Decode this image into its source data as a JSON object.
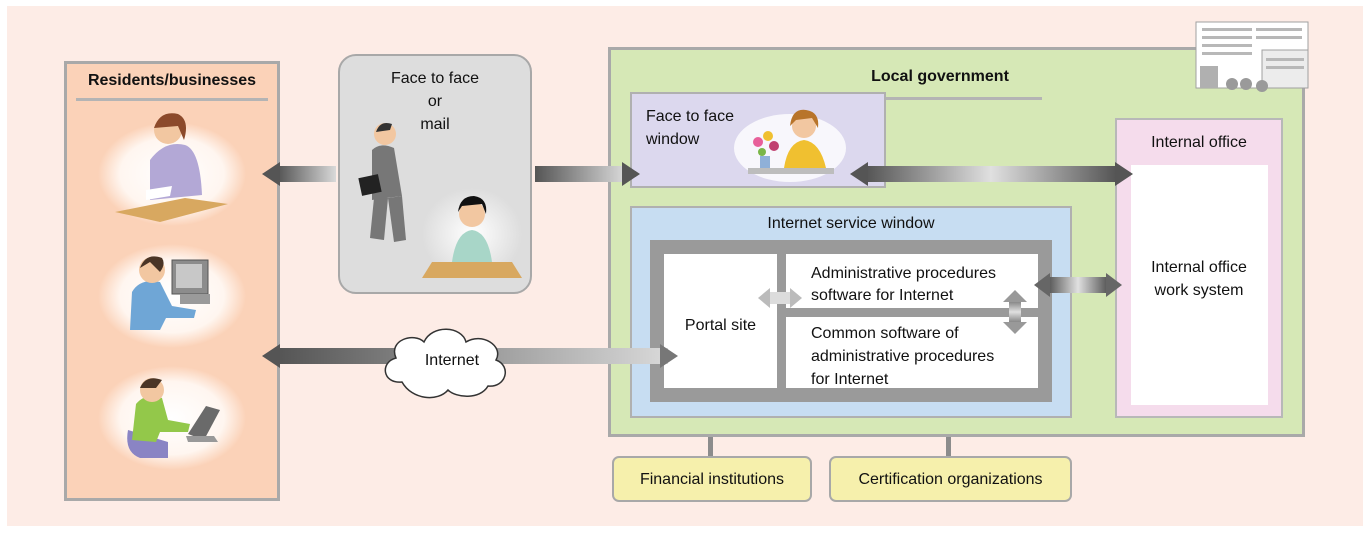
{
  "residents": {
    "title": "Residents/businesses"
  },
  "channel": {
    "line1": "Face to face",
    "line2": "or",
    "line3": "mail"
  },
  "local_gov": {
    "title": "Local government"
  },
  "window_box": {
    "line1": "Face to face",
    "line2": "window"
  },
  "internet_service": {
    "title": "Internet service window"
  },
  "portal": {
    "label": "Portal site"
  },
  "admin_software": {
    "line1": "Administrative procedures",
    "line2": "software for Internet"
  },
  "common_software": {
    "line1": "Common software of",
    "line2": "administrative procedures",
    "line3": "for Internet"
  },
  "internal_office": {
    "title": "Internal office",
    "line1": "Internal office",
    "line2": "work system"
  },
  "internet_cloud": {
    "label": "Internet"
  },
  "external": {
    "financial": "Financial institutions",
    "certification": "Certification organizations"
  },
  "colors": {
    "background": "#fdece6",
    "residents_fill": "#fbd2b8",
    "gov_fill": "#d6e8b6",
    "window_fill": "#dcd8ee",
    "internet_fill": "#c7ddf2",
    "internal_fill": "#f5dcec",
    "external_fill": "#f6f0ac",
    "arrow": "#666666"
  },
  "icons": [
    "person-writing-icon",
    "person-computer-icon",
    "person-laptop-icon",
    "walking-person-icon",
    "clerk-icon",
    "building-icon",
    "flowers-icon"
  ]
}
